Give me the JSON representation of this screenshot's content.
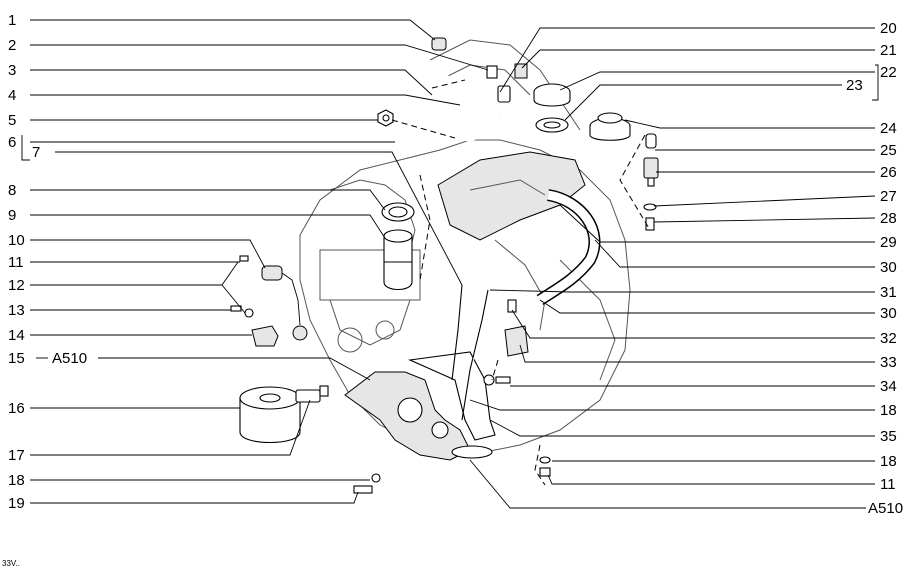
{
  "callouts_left": [
    "1",
    "2",
    "3",
    "4",
    "5",
    "6",
    "7",
    "8",
    "9",
    "10",
    "11",
    "12",
    "13",
    "14",
    "15",
    "A510",
    "16",
    "17",
    "18",
    "19"
  ],
  "callouts_right": [
    "20",
    "21",
    "22",
    "23",
    "24",
    "25",
    "26",
    "27",
    "28",
    "29",
    "30",
    "31",
    "30",
    "32",
    "33",
    "34",
    "18",
    "35",
    "18",
    "11",
    "A510"
  ],
  "footer_code": "33V.."
}
